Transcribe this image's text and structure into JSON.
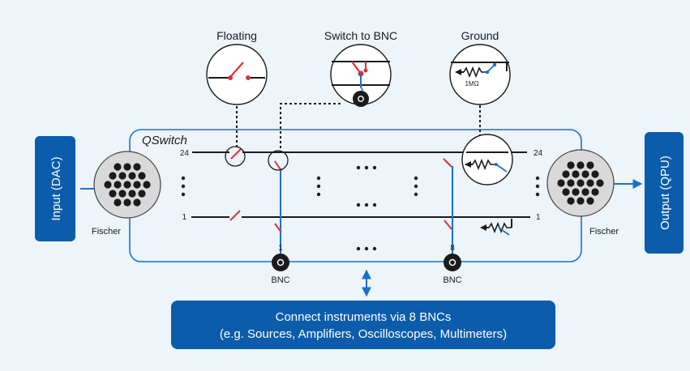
{
  "diagram": {
    "box_title": "QSwitch",
    "input_label": "Input (DAC)",
    "output_label": "Output (QPU)",
    "left_connector_label": "Fischer",
    "right_connector_label": "Fischer",
    "line_top_left": "24",
    "line_bottom_left": "1",
    "line_top_right": "24",
    "line_bottom_right": "1",
    "bnc_1_number": "1",
    "bnc_8_number": "8",
    "bnc_1_label": "BNC",
    "bnc_8_label": "BNC",
    "modes": [
      {
        "label": "Floating"
      },
      {
        "label": "Switch to BNC"
      },
      {
        "label": "Ground",
        "resistor": "1MΩ"
      }
    ],
    "banner_line1": "Connect instruments via 8 BNCs",
    "banner_line2": "(e.g. Sources, Amplifiers, Oscilloscopes, Multimeters)"
  },
  "colors": {
    "background": "#edf4fa",
    "blue": "#1a72c7",
    "dark_blue": "#0b5cab",
    "red": "#d8343a",
    "black": "#1b1b1b",
    "connector_face": "#d9d9d9"
  }
}
